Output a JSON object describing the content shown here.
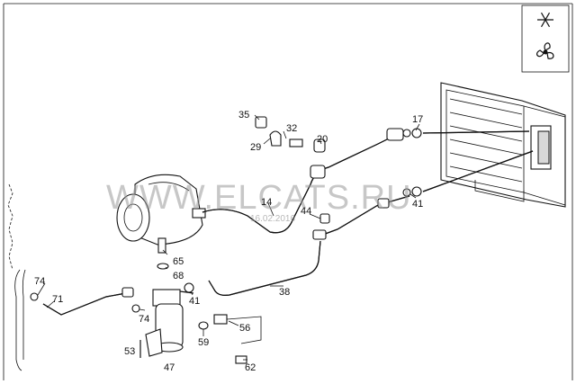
{
  "watermark": {
    "text": "WWW.ELCATS.RU",
    "date": "16.02.2016"
  },
  "icons": [
    "snowflake-icon",
    "fan-icon"
  ],
  "callouts": [
    {
      "id": "17",
      "label": "17"
    },
    {
      "id": "20",
      "label": "20"
    },
    {
      "id": "29",
      "label": "29"
    },
    {
      "id": "32",
      "label": "32"
    },
    {
      "id": "35",
      "label": "35"
    },
    {
      "id": "14",
      "label": "14"
    },
    {
      "id": "44",
      "label": "44"
    },
    {
      "id": "41a",
      "label": "41"
    },
    {
      "id": "41b",
      "label": "41"
    },
    {
      "id": "65",
      "label": "65"
    },
    {
      "id": "68",
      "label": "68"
    },
    {
      "id": "38",
      "label": "38"
    },
    {
      "id": "74a",
      "label": "74"
    },
    {
      "id": "71",
      "label": "71"
    },
    {
      "id": "74b",
      "label": "74"
    },
    {
      "id": "53",
      "label": "53"
    },
    {
      "id": "47",
      "label": "47"
    },
    {
      "id": "59",
      "label": "59"
    },
    {
      "id": "56",
      "label": "56"
    },
    {
      "id": "62",
      "label": "62"
    }
  ]
}
